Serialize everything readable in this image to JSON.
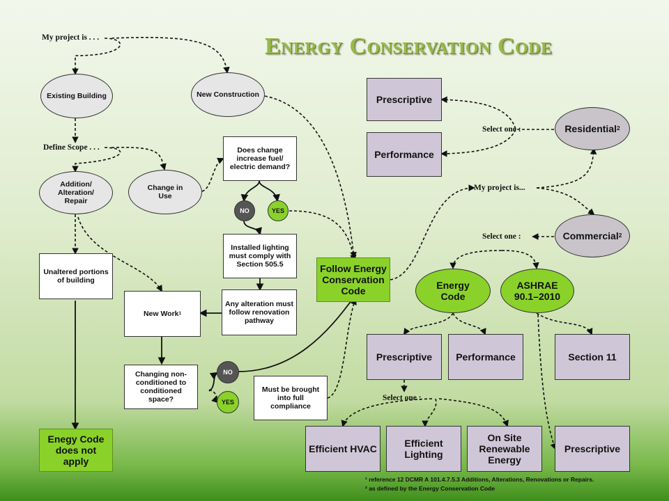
{
  "title": "Energy Conservation Code",
  "labels": {
    "my_project": "My project is . . .",
    "define_scope": "Define Scope . . .",
    "select_one_top": "Select one :",
    "my_project_right": "My project is...",
    "select_one_mid": "Select one :",
    "select_one_bottom": "Select one :"
  },
  "nodes": {
    "existing_building": "Existing Building",
    "new_construction": "New Construction",
    "addition": "Addition/ Alteration/ Repair",
    "change_in_use": "Change in Use",
    "fuel_question": "Does change increase fuel/ electric demand?",
    "no": "NO",
    "yes": "YES",
    "lighting": "Installed lighting must comply with Section 505.5",
    "alteration": "Any alteration must follow renovation pathway",
    "unaltered": "Unaltered portions of building",
    "new_work": "New Work",
    "new_work_sup": "1",
    "changing": "Changing non-conditioned to conditioned space?",
    "must_be_brought": "Must be brought into full compliance",
    "not_apply": "Enegy Code does not apply",
    "follow_code": "Follow Energy Conservation Code",
    "prescriptive_top": "Prescriptive",
    "performance_top": "Performance",
    "residential": "Residential",
    "commercial": "Commercial",
    "sup2": "2",
    "energy_code": "Energy Code",
    "ashrae": "ASHRAE 90.1–2010",
    "prescriptive_mid": "Prescriptive",
    "performance_mid": "Performance",
    "section11": "Section 11",
    "hvac": "Efficient HVAC",
    "lighting_eff": "Efficient Lighting",
    "renewable": "On Site Renewable Energy",
    "prescriptive_bottom": "Prescriptive"
  },
  "footnotes": {
    "one": "¹ reference 12 DCMR A 101.4.7.5.3 Additions, Alterations, Renovations or Repairs.",
    "two": "² as defined by the Energy Conservation Code"
  },
  "colors": {
    "green": "#8ad22a",
    "lavender": "#cfc7d7",
    "title": "#9ab84a"
  }
}
